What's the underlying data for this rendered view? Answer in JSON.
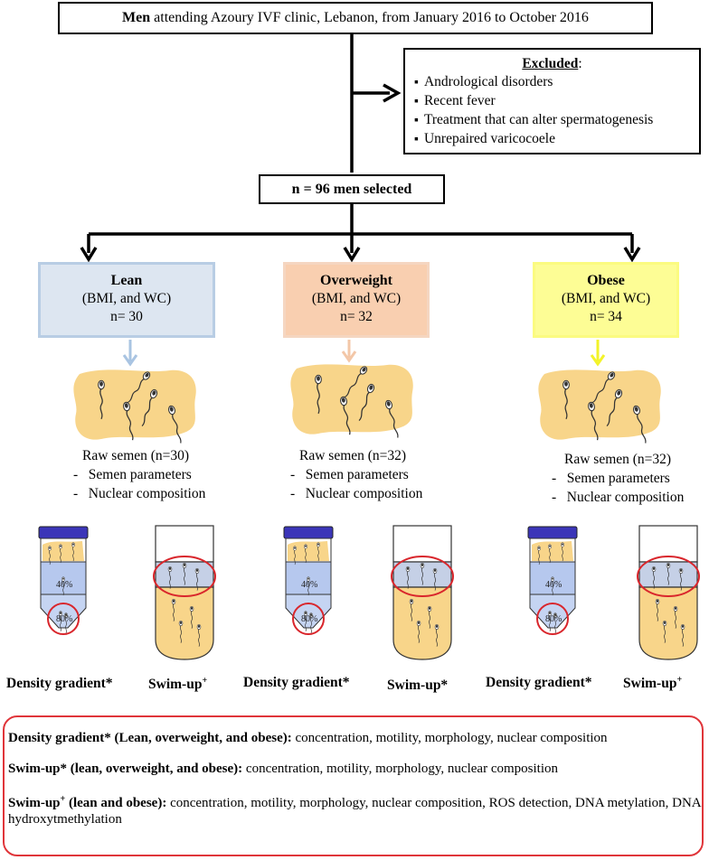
{
  "top": {
    "bold": "Men",
    "rest": " attending Azoury IVF clinic, Lebanon, from January 2016 to October 2016"
  },
  "excluded": {
    "title": "Excluded",
    "colon": ":",
    "items": [
      "Andrological disorders",
      "Recent fever",
      "Treatment that can alter spermatogenesis",
      "Unrepaired varicocoele"
    ]
  },
  "selected": "n = 96 men selected",
  "groups": [
    {
      "name": "Lean",
      "criteria": "(BMI, and WC)",
      "n": "n= 30",
      "color": "#dde6f1",
      "arrow": "#a9c4e2"
    },
    {
      "name": "Overweight",
      "criteria": "(BMI, and WC)",
      "n": "n= 32",
      "color": "#f9cfb0",
      "arrow": "#f3c7a8"
    },
    {
      "name": "Obese",
      "criteria": "(BMI, and WC)",
      "n": "n= 34",
      "color": "#fdfd95",
      "arrow": "#f3f32a"
    }
  ],
  "semen": [
    {
      "raw": "Raw semen (n=30)",
      "p1": "-   Semen parameters",
      "p2": "-   Nuclear composition"
    },
    {
      "raw": "Raw semen (n=32)",
      "p1": "-   Semen parameters",
      "p2": "-   Nuclear composition"
    },
    {
      "raw": "Raw semen (n=32)",
      "p1": "-   Semen parameters",
      "p2": "-   Nuclear composition"
    }
  ],
  "tube_labels": {
    "top": "40%",
    "bottom": "80%"
  },
  "methods": [
    {
      "dg": "Density gradient*",
      "su": "Swim-up",
      "su_mark": "+"
    },
    {
      "dg": "Density gradient*",
      "su": "Swim-up*",
      "su_mark": ""
    },
    {
      "dg": "Density gradient*",
      "su": "Swim-up",
      "su_mark": "+"
    }
  ],
  "summary": [
    {
      "bold": "Density gradient* (Lean, overweight, and obese):",
      "text": " concentration, motility, morphology, nuclear composition"
    },
    {
      "bold": "Swim-up* (lean, overweight, and obese):",
      "text": " concentration, motility, morphology, nuclear composition"
    },
    {
      "bold_pre": "Swim-up",
      "bold_sup": "+",
      "bold_post": " (lean and obese):",
      "text": " concentration, motility, morphology, nuclear composition, ROS detection, DNA metylation, DNA hydroxytmethylation"
    }
  ],
  "colors": {
    "summary_border": "#e0353a",
    "tube_cap": "#3b35b8",
    "semen_blob": "#f8d58a",
    "gradient": "#b6c8ee",
    "highlight_circle": "#d9262c"
  }
}
